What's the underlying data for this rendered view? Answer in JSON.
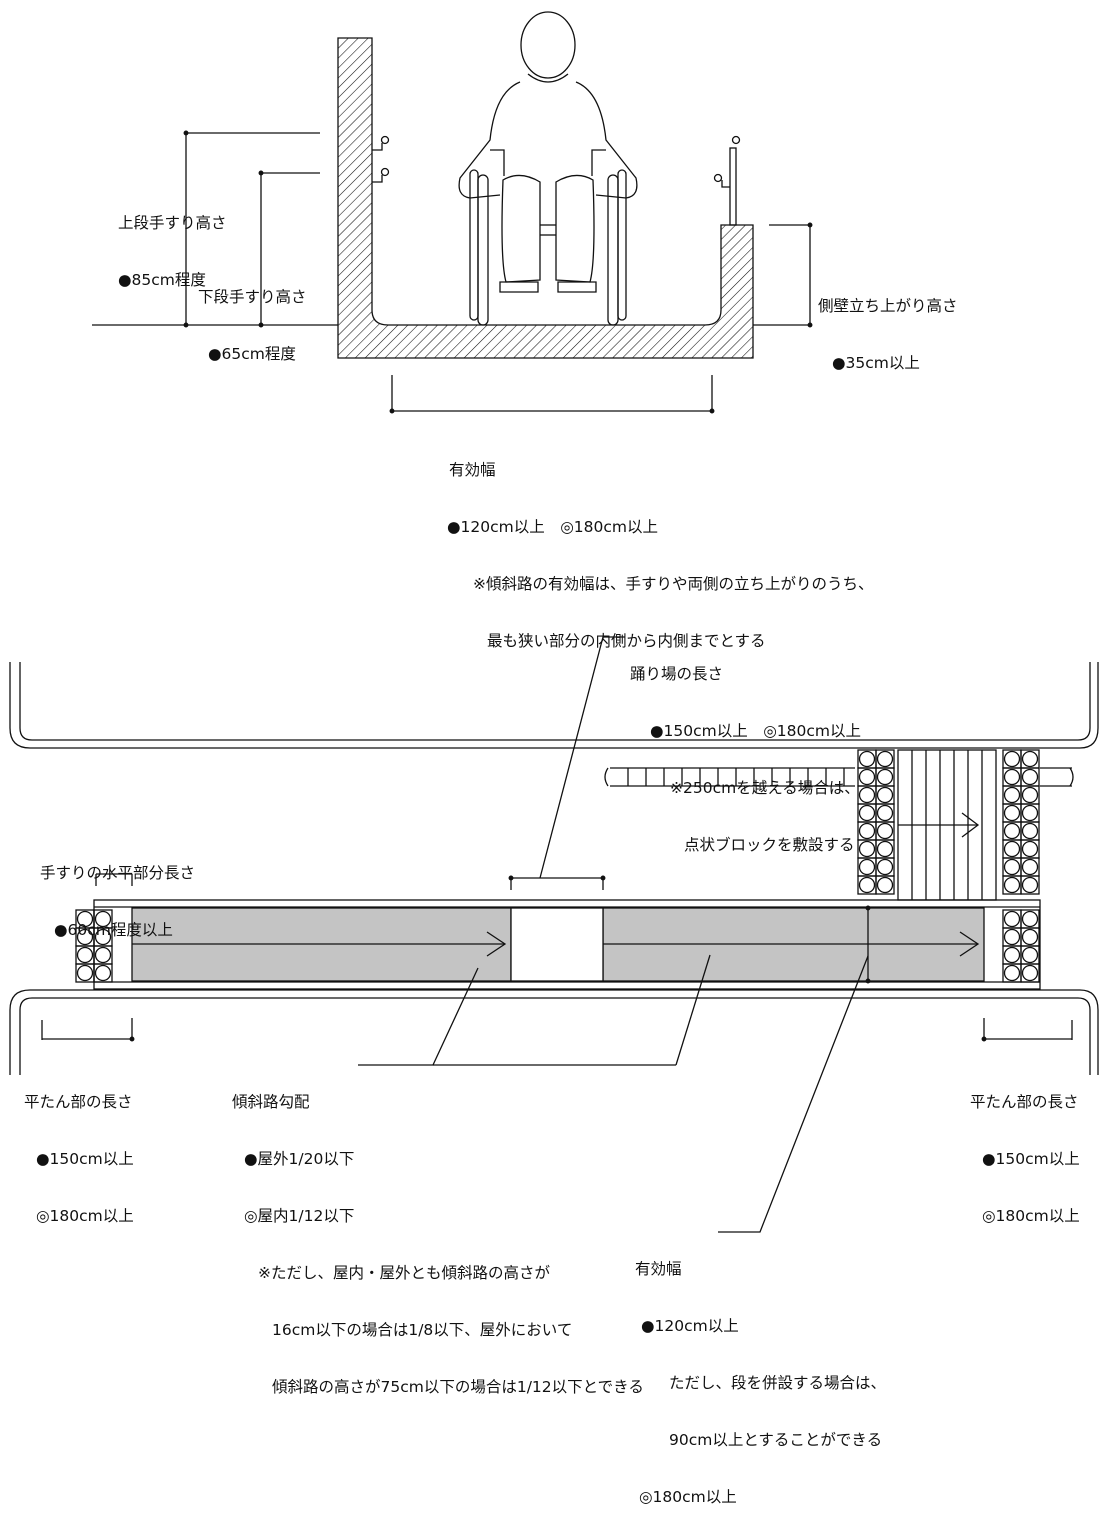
{
  "section_elevation": {
    "upper_handrail": {
      "title": "上段手すり高さ",
      "value": "●85cm程度"
    },
    "lower_handrail": {
      "title": "下段手すり高さ",
      "value": "●65cm程度"
    },
    "side_wall": {
      "title": "側壁立ち上がり高さ",
      "value": "●35cm以上"
    },
    "effective_width": {
      "title": "有効幅",
      "value": "●120cm以上　◎180cm以上",
      "note1": "※傾斜路の有効幅は、手すりや両側の立ち上がりのうち、",
      "note2": "最も狭い部分の内側から内側までとする"
    }
  },
  "plan_view": {
    "landing_length": {
      "title": "踊り場の長さ",
      "value": "●150cm以上　◎180cm以上",
      "note1": "※250cmを越える場合は、",
      "note2": "点状ブロックを敷設する"
    },
    "handrail_horizontal": {
      "title": "手すりの水平部分長さ",
      "value": "●60cm程度以上"
    },
    "flat_left": {
      "title": "平たん部の長さ",
      "value1": "●150cm以上",
      "value2": "◎180cm以上"
    },
    "flat_right": {
      "title": "平たん部の長さ",
      "value1": "●150cm以上",
      "value2": "◎180cm以上"
    },
    "slope": {
      "title": "傾斜路勾配",
      "outdoor": "●屋外1/20以下",
      "indoor": "◎屋内1/12以下",
      "note1": "※ただし、屋内・屋外とも傾斜路の高さが",
      "note2": "16cm以下の場合は1/8以下、屋外において",
      "note3": "傾斜路の高さが75cm以下の場合は1/12以下とできる"
    },
    "effective_width": {
      "title": "有効幅",
      "value1": "●120cm以上",
      "note1": "ただし、段を併設する場合は、",
      "note2": "90cm以上とすることができる",
      "value2": "◎180cm以上"
    }
  },
  "colors": {
    "line": "#111111",
    "slope_fill": "#c4c4c4",
    "background": "#ffffff"
  }
}
